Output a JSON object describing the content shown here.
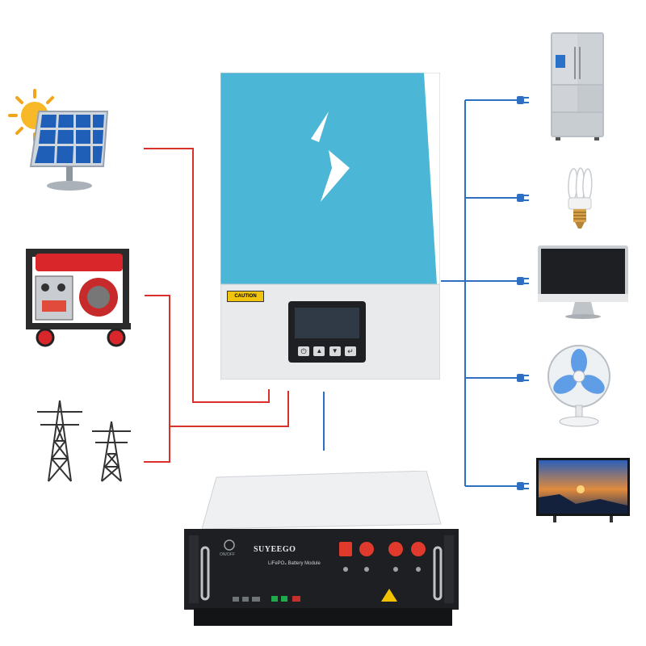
{
  "inverter": {
    "caution_label": "CAUTION",
    "keypad": [
      "⏻",
      "▲",
      "▼",
      "↵"
    ],
    "colors": {
      "top": "#4bb6d6",
      "bottom": "#e7e9eb",
      "screen": "#2f3a46"
    }
  },
  "battery": {
    "brand": "SUYEEGO",
    "model_label": "LiFePO₄ Battery Module",
    "power_label": "ON/OFF"
  },
  "wiring_colors": {
    "ac_input": "#d9302c",
    "ac_output": "#2f6fc2"
  },
  "sources": [
    "solar-panel",
    "generator",
    "utility-grid"
  ],
  "loads": [
    "refrigerator",
    "light-bulb",
    "monitor",
    "electric-fan",
    "television"
  ]
}
